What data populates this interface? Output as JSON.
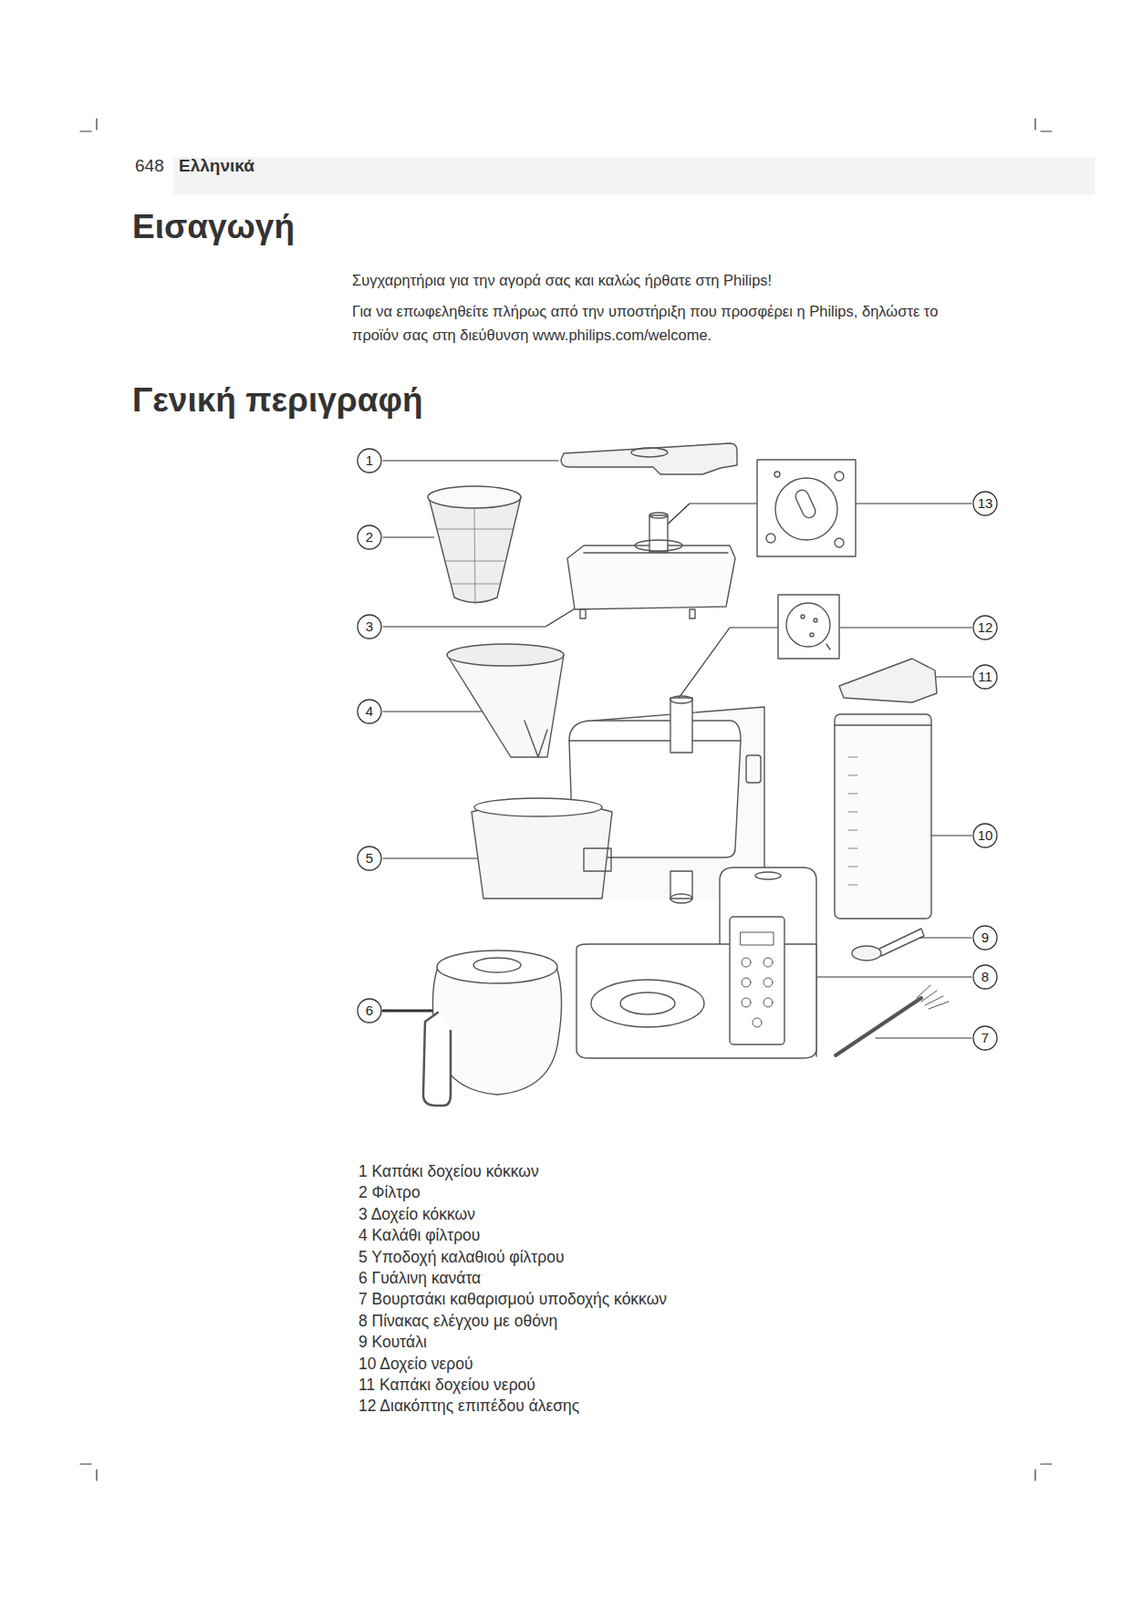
{
  "diagram": {
    "title": "Γενική περιγραφή",
    "labels": [
      "648",
      "Ελληνικά",
      "Εισαγωγή",
      "Συγχαρητήρια για την αγορά σας και καλώς ήρθατε στη Philips!",
      "Για να επωφεληθείτε πλήρως από την υποστήριξη που προσφέρει η Philips, δηλώστε το προϊόν σας στη διεύθυνση www.philips.com/welcome.",
      "1",
      "13",
      "2",
      "3",
      "12",
      "11",
      "4",
      "10",
      "5",
      "9",
      "8",
      "6",
      "7",
      "1 Καπάκι δοχείου κόκκων",
      "2 Φίλτρο",
      "3 Δοχείο κόκκων",
      "4 Καλάθι φίλτρου",
      "5 Υποδοχή καλαθιού φίλτρου",
      "6 Γυάλινη κανάτα",
      "7 Βουρτσάκι καθαρισμού υποδοχής κόκκων",
      "8 Πίνακας ελέγχου με οθόνη",
      "9 Κουτάλι",
      "10 Δοχείο νερού",
      "11 Καπάκι δοχείου νερού",
      "12 Διακόπτης επιπέδου άλεσης"
    ]
  }
}
